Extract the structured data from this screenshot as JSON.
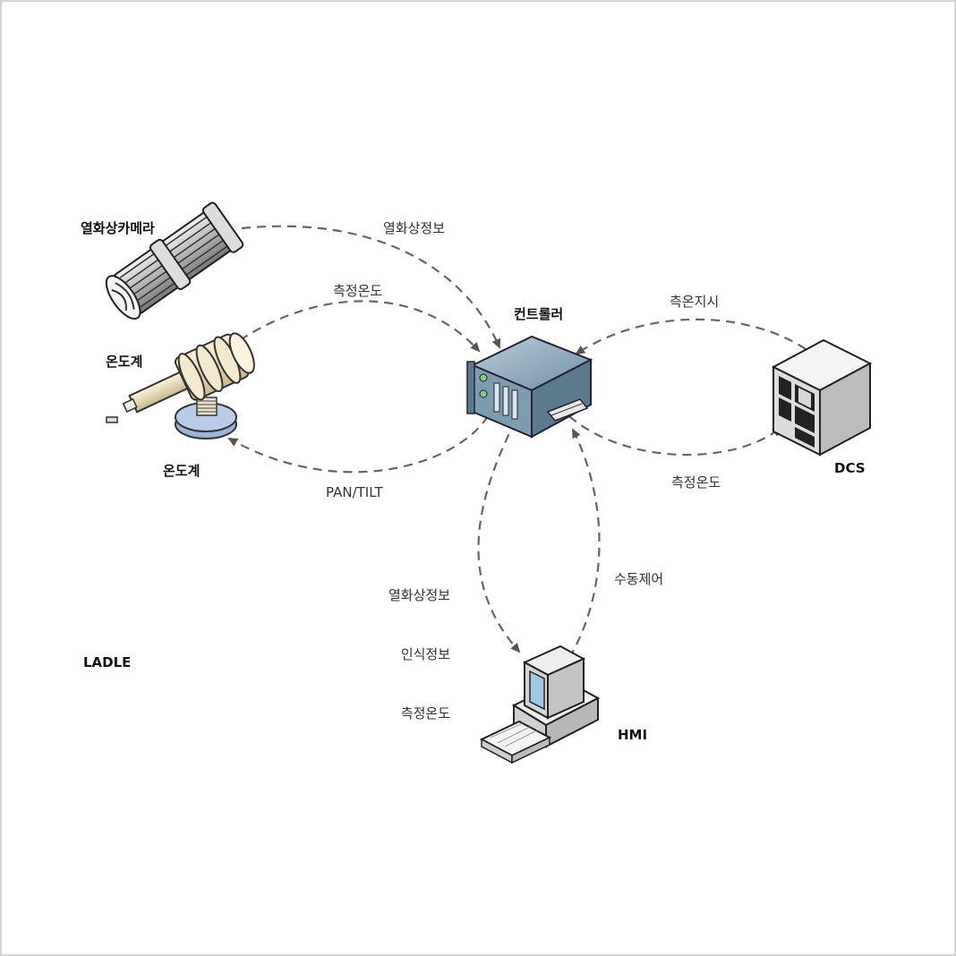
{
  "nodes": {
    "thermal_camera": "열화상카메라",
    "thermometer_top": "온도계",
    "thermometer_bottom": "온도계",
    "controller": "컨트롤러",
    "dcs": "DCS",
    "hmi": "HMI",
    "ladle": "LADLE"
  },
  "edges": {
    "camera_to_controller": "열화상정보",
    "thermometer_to_controller": "측정온도",
    "controller_to_thermometer": "PAN/TILT",
    "dcs_to_controller": "측온지시",
    "controller_to_dcs": "측정온도",
    "controller_to_hmi": [
      "열화상정보",
      "인식정보",
      "측정온도"
    ],
    "hmi_to_controller": "수동제어"
  }
}
